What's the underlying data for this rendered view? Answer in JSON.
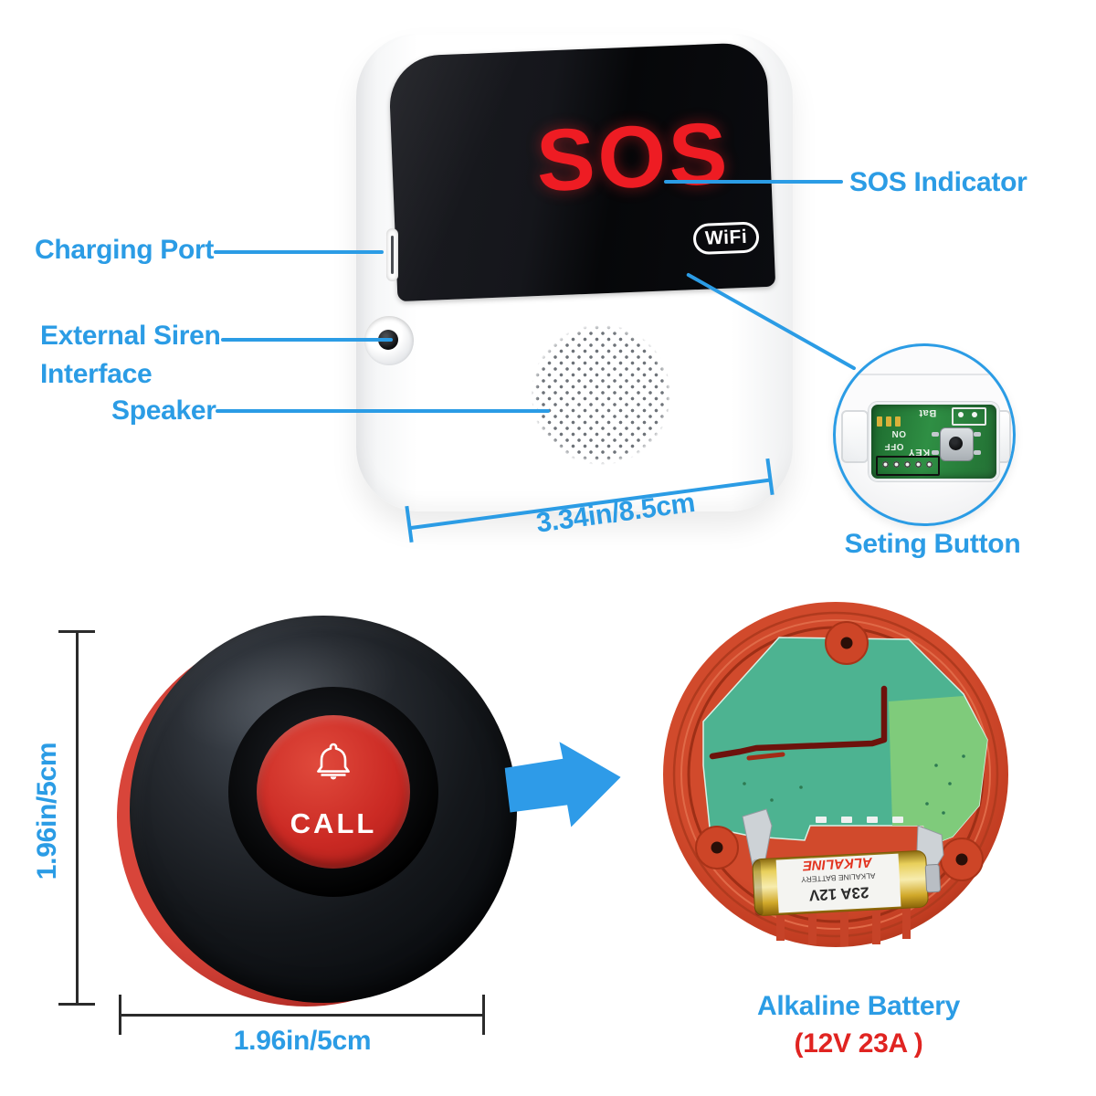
{
  "colors": {
    "label_blue": "#2B9CE5",
    "sos_red": "#EE1C23",
    "spec_red": "#E02421",
    "arrow_blue": "#2E9BE8"
  },
  "device": {
    "sos_text": "SOS",
    "wifi_text": "WiFi",
    "width_dim": "3.34in/8.5cm"
  },
  "callouts": {
    "sos_indicator": "SOS Indicator",
    "charging_port": "Charging Port",
    "external_siren_1": "External Siren",
    "external_siren_2": "Interface",
    "speaker": "Speaker",
    "setting_button": "Seting Button"
  },
  "inset_pcb": {
    "bat": "Bat",
    "on": "ON",
    "off": "OFF",
    "key": "KEY"
  },
  "call_button": {
    "label": "CALL"
  },
  "dims": {
    "height": "1.96in/5cm",
    "width": "1.96in/5cm"
  },
  "battery_back": {
    "title": "Alkaline Battery",
    "spec": "(12V 23A )",
    "brand": "ALKALINE",
    "type": "ALKALINE BATTERY",
    "rating": "23A 12V"
  }
}
